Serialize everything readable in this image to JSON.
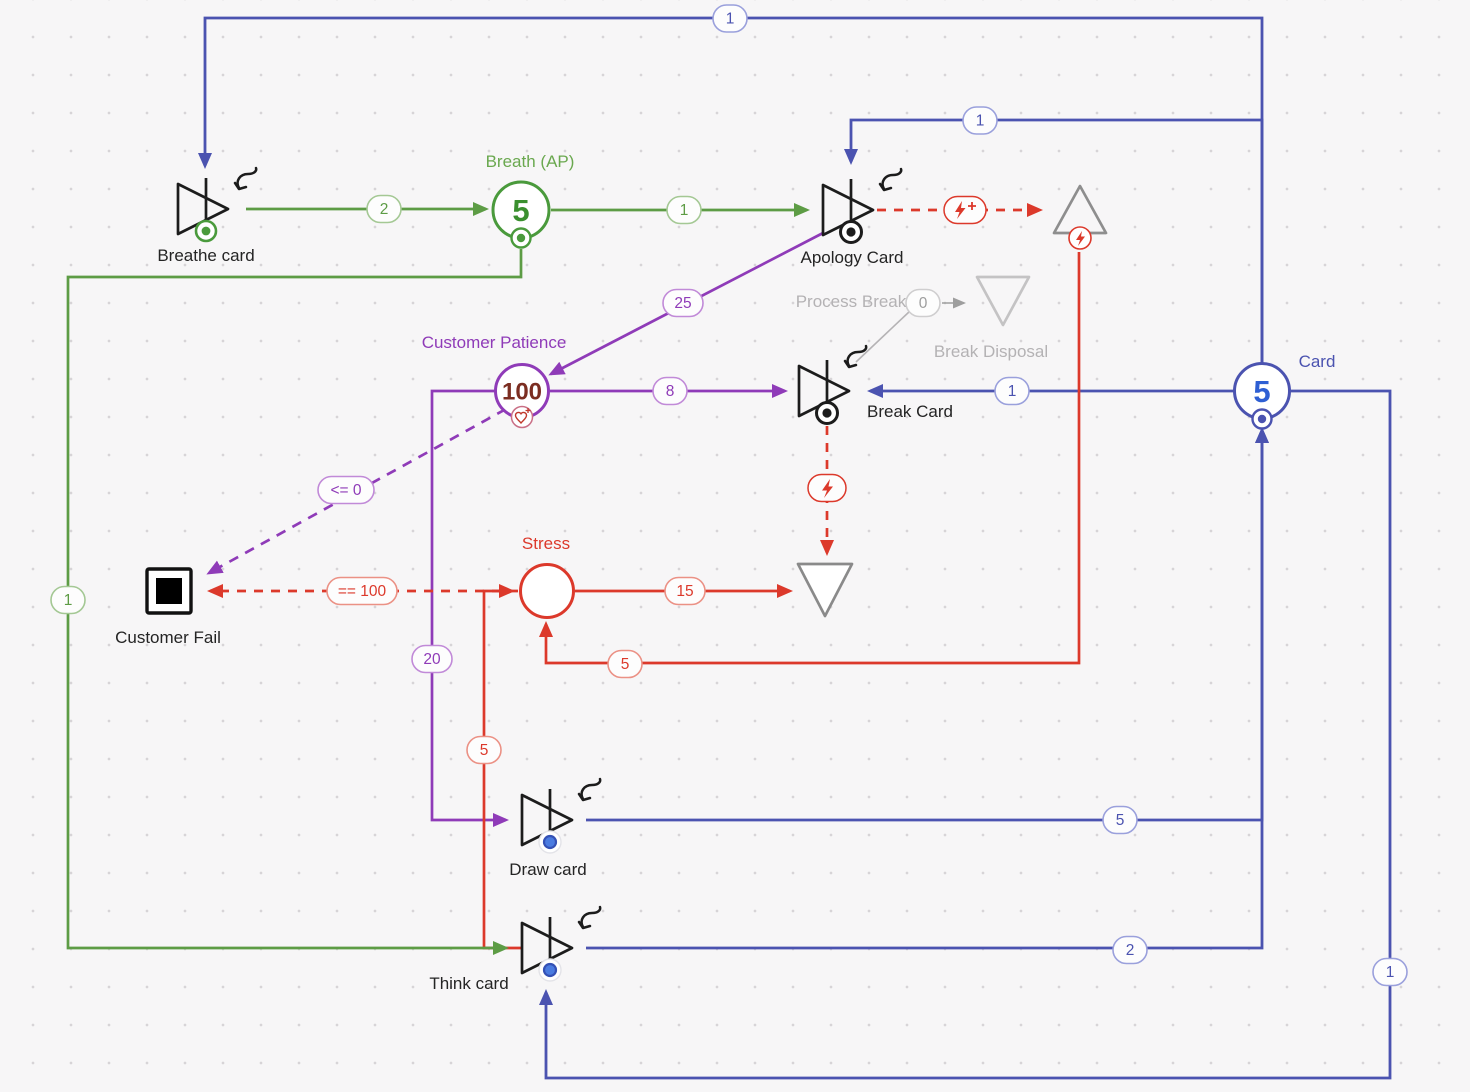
{
  "diagram": {
    "tool": "machinations-style-economy-graph",
    "colors": {
      "indigo": "#4b53b0",
      "blue_value": "#2e5fd3",
      "green": "#5d9c45",
      "green_value": "#3a8f2e",
      "purple": "#8f3bb8",
      "maroon_value": "#7b2d21",
      "red": "#dc392b",
      "node_black": "#1c1c1c",
      "gray": "#9e9e9e",
      "gray_light": "#c4c3c4",
      "background": "#f7f6f7"
    },
    "icons": {
      "interactive_gesture": "shake-arrow-icon",
      "pool_output_port": "bullseye-icon",
      "patience_badge": "heart-plus-icon",
      "source_badge": "lightning-circle-icon",
      "trigger": "lightning",
      "trigger_plus": "lightning-plus"
    }
  },
  "nodes": {
    "breathe_card": {
      "label": "Breathe card",
      "type": "converter-card"
    },
    "breath_pool": {
      "label": "Breath (AP)",
      "value": "5",
      "type": "pool"
    },
    "apology_card": {
      "label": "Apology Card",
      "type": "converter-card"
    },
    "stress_source": {
      "label": "",
      "type": "source"
    },
    "process_break": {
      "label": "Process Break",
      "type": "disabled-flow-label"
    },
    "break_disposal": {
      "label": "Break Disposal",
      "type": "drain-disabled"
    },
    "customer_patience": {
      "label": "Customer Patience",
      "value": "100",
      "type": "pool"
    },
    "break_card": {
      "label": "Break Card",
      "type": "converter-card"
    },
    "card_pool": {
      "label": "Card",
      "value": "5",
      "type": "pool"
    },
    "stress_pool": {
      "label": "Stress",
      "value": "",
      "type": "pool"
    },
    "stress_drain": {
      "label": "",
      "type": "drain"
    },
    "customer_fail": {
      "label": "Customer Fail",
      "type": "end-condition"
    },
    "draw_card": {
      "label": "Draw card",
      "type": "converter-card"
    },
    "think_card": {
      "label": "Think card",
      "type": "converter-card"
    }
  },
  "edges": {
    "card_to_breathe": {
      "label": "1"
    },
    "card_to_apology": {
      "label": "1"
    },
    "card_to_break": {
      "label": "1"
    },
    "card_to_think": {
      "label": "1"
    },
    "draw_to_card": {
      "label": "5"
    },
    "think_to_card": {
      "label": "2"
    },
    "breathe_to_breath": {
      "label": "2"
    },
    "breath_to_apology": {
      "label": "1"
    },
    "breath_to_think": {
      "label": "1"
    },
    "apology_to_patience": {
      "label": "25"
    },
    "patience_to_break": {
      "label": "8"
    },
    "patience_to_draw": {
      "label": "20"
    },
    "patience_to_fail": {
      "label": "<= 0"
    },
    "stress_to_fail": {
      "label": "== 100"
    },
    "stress_to_drain": {
      "label": "15"
    },
    "source_to_stress": {
      "label": "5"
    },
    "think_to_stress": {
      "label": "5"
    },
    "break_process": {
      "label": "0"
    }
  }
}
